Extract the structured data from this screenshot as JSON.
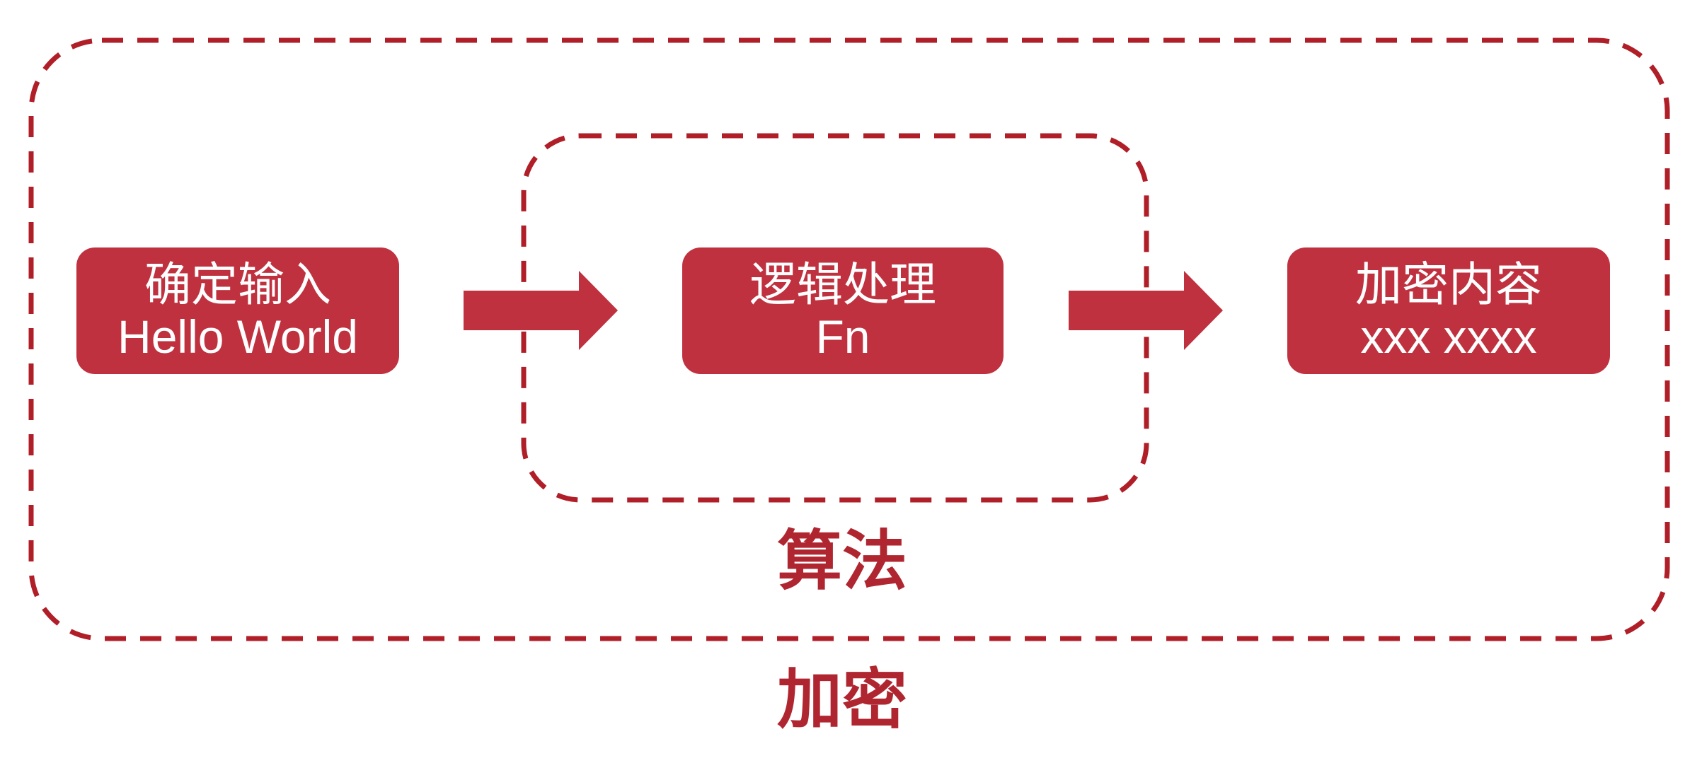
{
  "colors": {
    "box_fill": "#c0313f",
    "box_text": "#ffffff",
    "dash": "#b01f28",
    "arrow": "#c0313f",
    "caption": "#b02630"
  },
  "boxes": [
    {
      "line1": "确定输入",
      "line2": "Hello World"
    },
    {
      "line1": "逻辑处理",
      "line2": "Fn"
    },
    {
      "line1": "加密内容",
      "line2": "xxx xxxx"
    }
  ],
  "arrows": [
    {
      "icon": "right-arrow-icon"
    },
    {
      "icon": "right-arrow-icon"
    }
  ],
  "labels": {
    "inner_group": "算法",
    "outer_group": "加密"
  }
}
